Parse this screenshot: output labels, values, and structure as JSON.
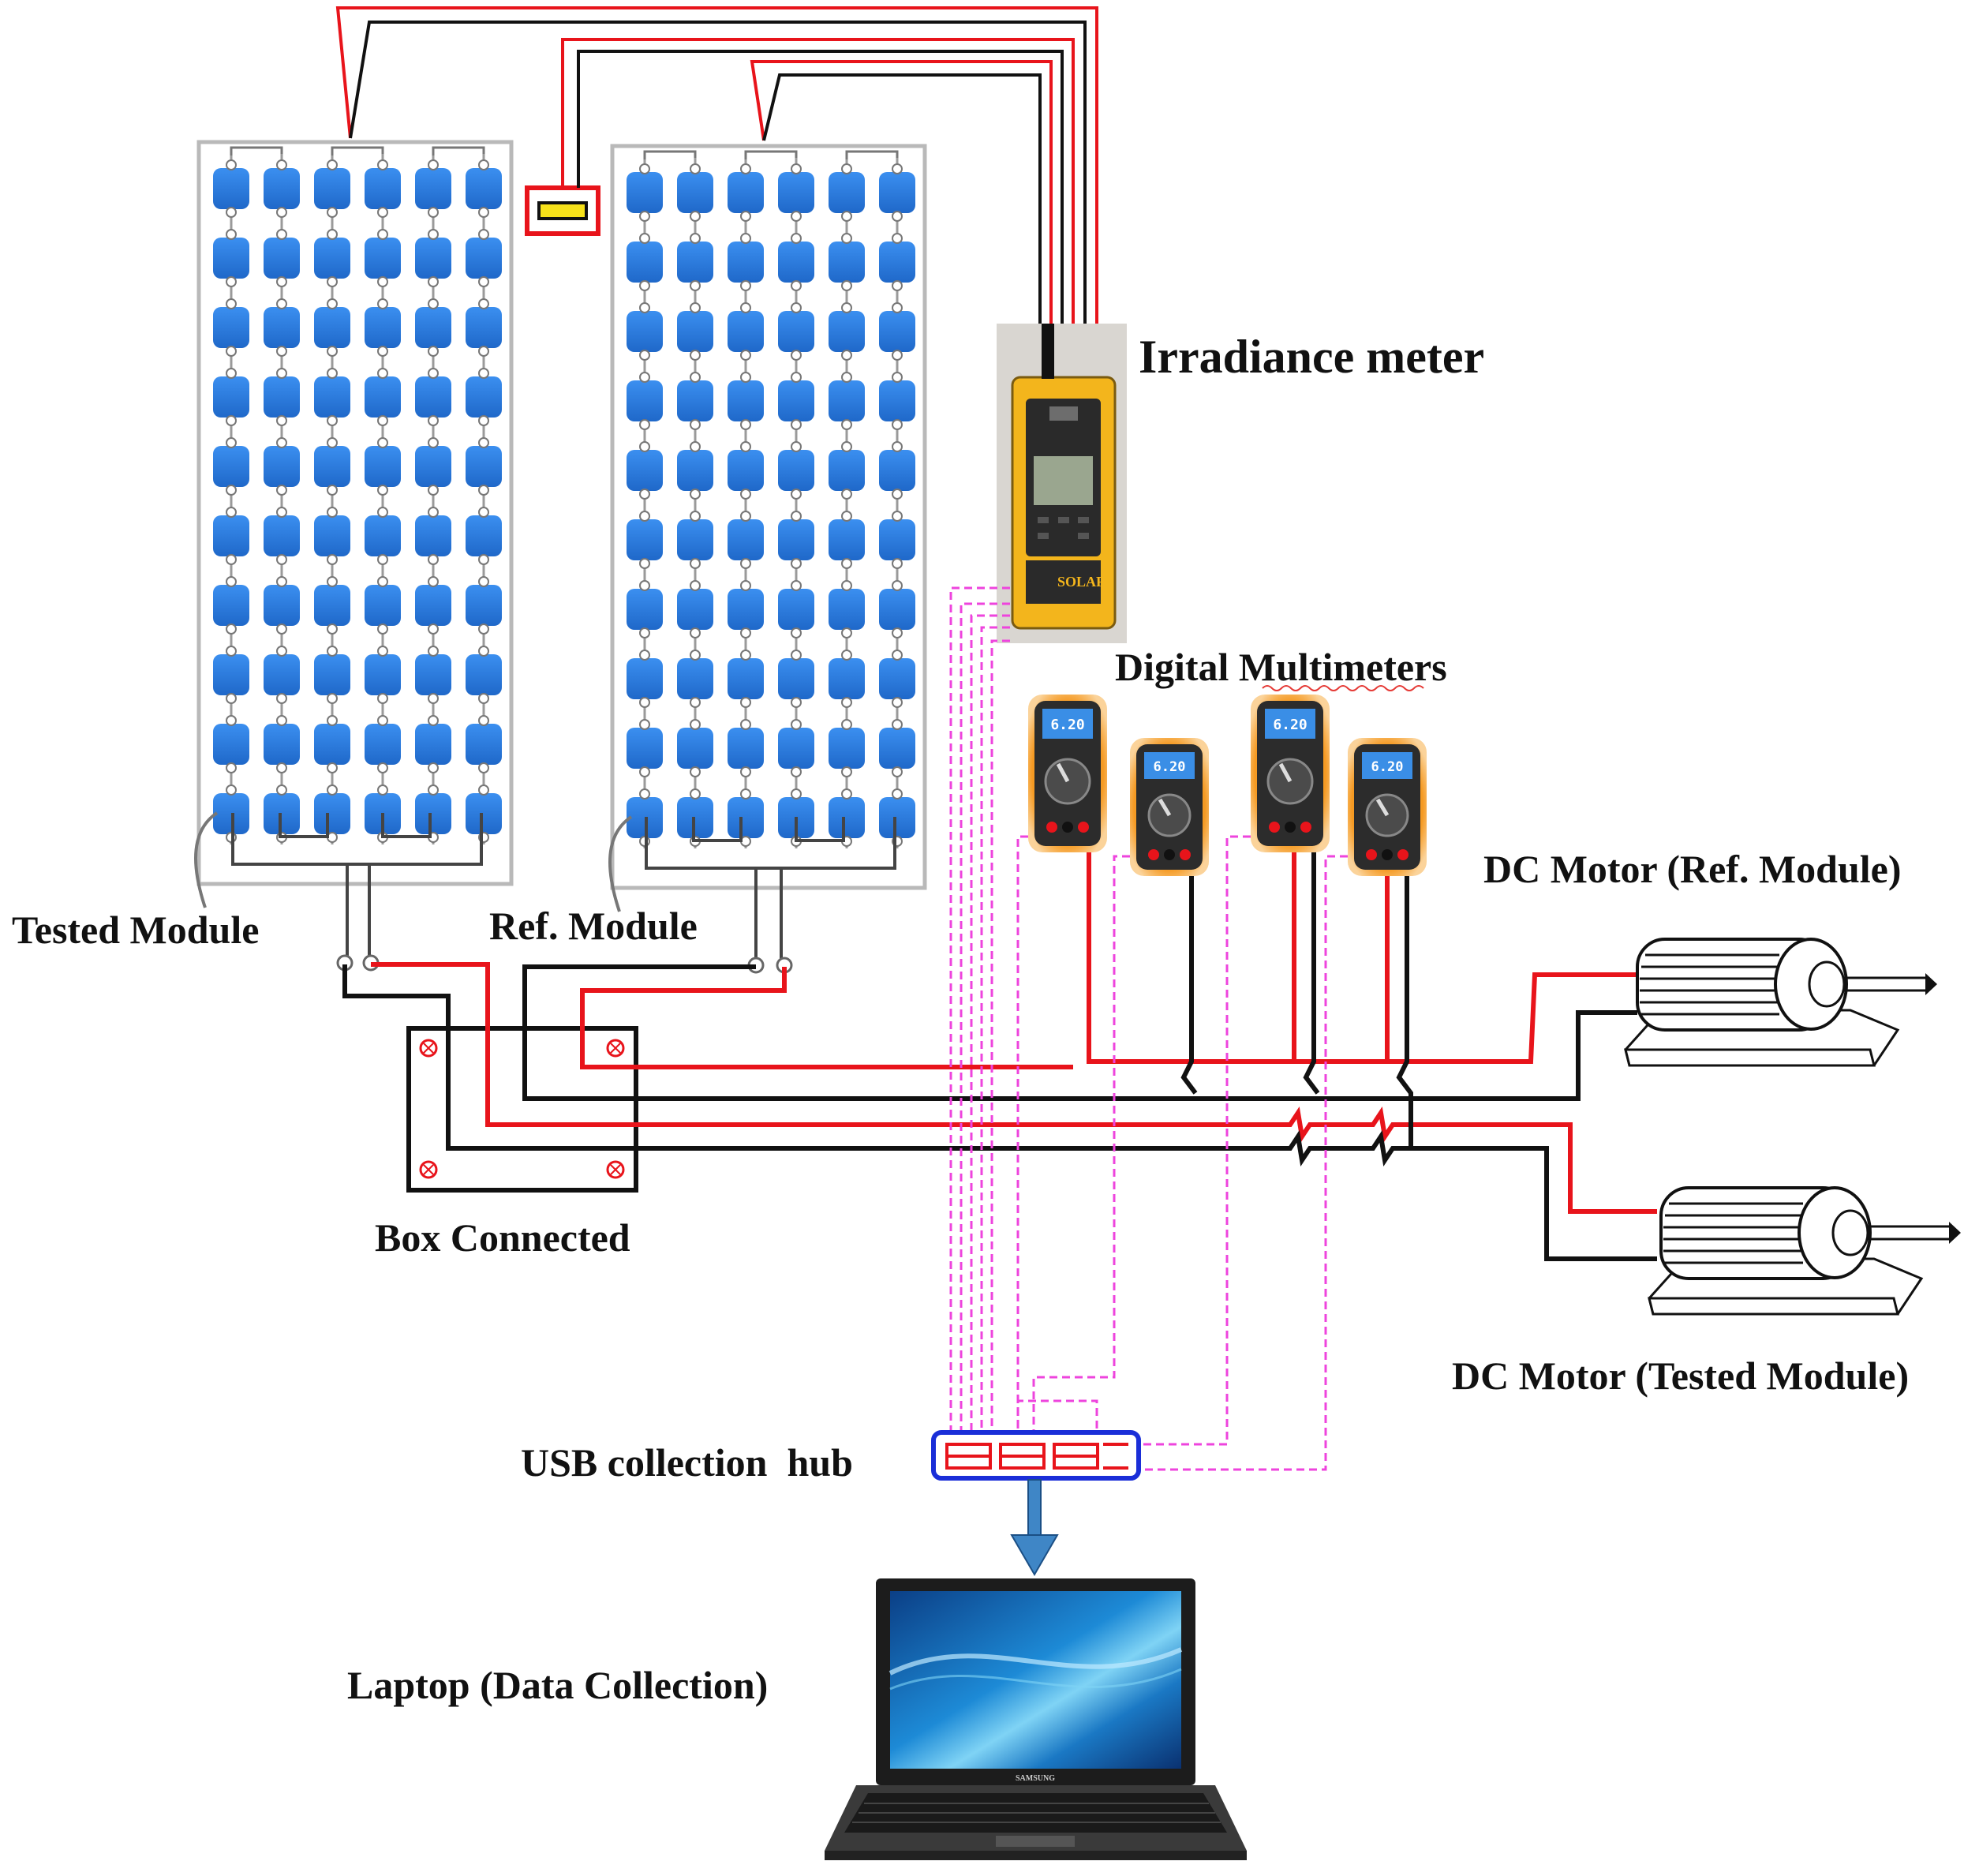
{
  "labels": {
    "tested_module": "Tested Module",
    "ref_module": "Ref. Module",
    "irradiance_meter": "Irradiance meter",
    "digital_multimeters": "Digital Multimeters",
    "dc_motor_ref": "DC Motor (Ref. Module)",
    "dc_motor_tested": "DC Motor (Tested Module)",
    "box_connected": "Box Connected",
    "usb_hub": "USB collection  hub",
    "laptop": "Laptop (Data Collection)"
  },
  "multimeter_reading": "6.20",
  "meter_brand": "SOLAR",
  "laptop_brand": "SAMSUNG",
  "colors": {
    "positive_wire": "#e8141b",
    "negative_wire": "#111111",
    "data_wire": "#ee44dd",
    "solar_cell": "#2b7de1",
    "meter_body": "#f3b51c",
    "hub_border": "#1a2ed8",
    "multimeter_glow": "#f59a23",
    "lcd_blue": "#3a8ee6",
    "usb_arrow": "#3f86c6"
  }
}
